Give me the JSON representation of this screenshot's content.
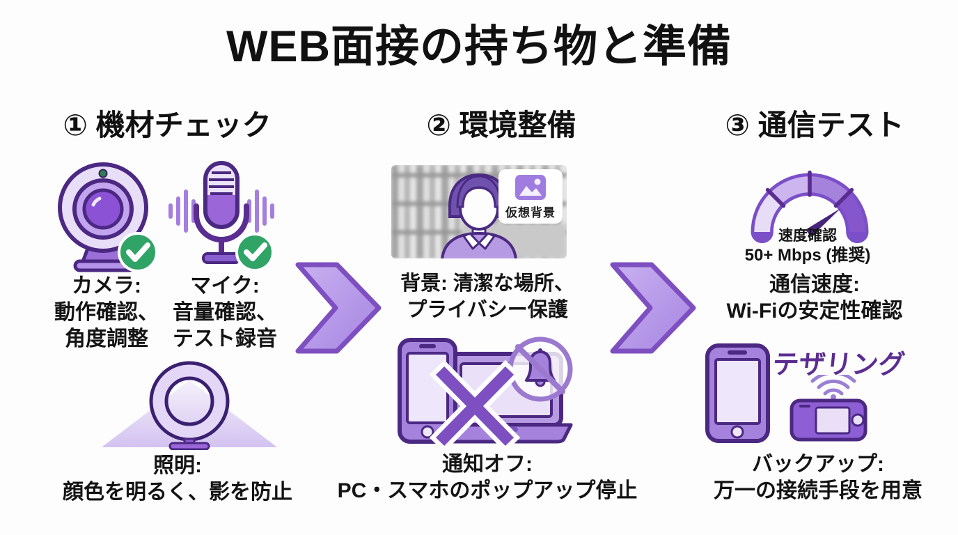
{
  "title": "WEB面接の持ち物と準備",
  "colors": {
    "purple_dark_outline": "#4b2882",
    "purple_mid": "#8a5fd0",
    "purple_light": "#b493e8",
    "purple_pale": "#e9def8",
    "arrow_fill": "#b493e8",
    "arrow_border": "#7d4fc0",
    "green_check": "#2fa466",
    "body_text": "#141414",
    "tether_text": "#5b2d91"
  },
  "icons": {
    "webcam": "webcam-icon",
    "microphone": "microphone-icon",
    "check": "check-circle-icon",
    "ring_light": "ring-light-icon",
    "virtual_background": "virtual-background-preview",
    "image_badge": "image-icon",
    "smartphone": "smartphone-icon",
    "laptop": "laptop-icon",
    "bell_slash": "bell-slash-icon",
    "cross": "x-mark-icon",
    "speedometer": "speedometer-icon",
    "wifi": "wifi-waves-icon",
    "mobile_router": "mobile-router-icon",
    "arrow": "chevron-right-arrow"
  },
  "step1": {
    "heading": "① 機材チェック",
    "camera": {
      "title": "カメラ:",
      "line1": "動作確認、",
      "line2": "角度調整"
    },
    "mic": {
      "title": "マイク:",
      "line1": "音量確認、",
      "line2": "テスト録音"
    },
    "light": {
      "title": "照明:",
      "line1": "顔色を明るく、影を防止"
    }
  },
  "step2": {
    "heading": "② 環境整備",
    "virtual_badge": "仮想背景",
    "background": {
      "line1": "背景: 清潔な場所、",
      "line2": "プライバシー保護"
    },
    "notifications": {
      "title": "通知オフ:",
      "line1": "PC・スマホのポップアップ停止"
    }
  },
  "step3": {
    "heading": "③ 通信テスト",
    "gauge": {
      "label": "速度確認",
      "value": "50+ Mbps (推奨)"
    },
    "speed": {
      "title": "通信速度:",
      "line1": "Wi-Fiの安定性確認"
    },
    "tethering": "テザリング",
    "backup": {
      "title": "バックアップ:",
      "line1": "万一の接続手段を用意"
    }
  }
}
